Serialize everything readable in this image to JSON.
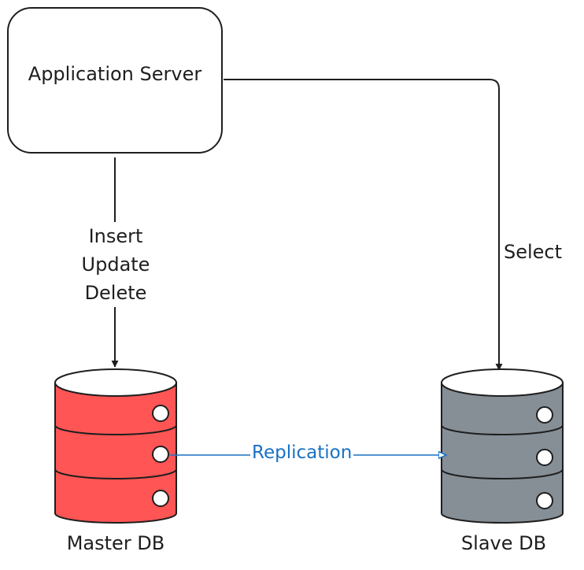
{
  "nodes": {
    "app_server": {
      "label": "Application Server"
    },
    "master_db": {
      "label": "Master DB",
      "color": "#ff5555"
    },
    "slave_db": {
      "label": "Slave DB",
      "color": "#868e96"
    }
  },
  "edges": {
    "write": {
      "lines": [
        "Insert",
        "Update",
        "Delete"
      ]
    },
    "read": {
      "label": "Select"
    },
    "replication": {
      "label": "Replication",
      "color": "#1971c2"
    }
  }
}
